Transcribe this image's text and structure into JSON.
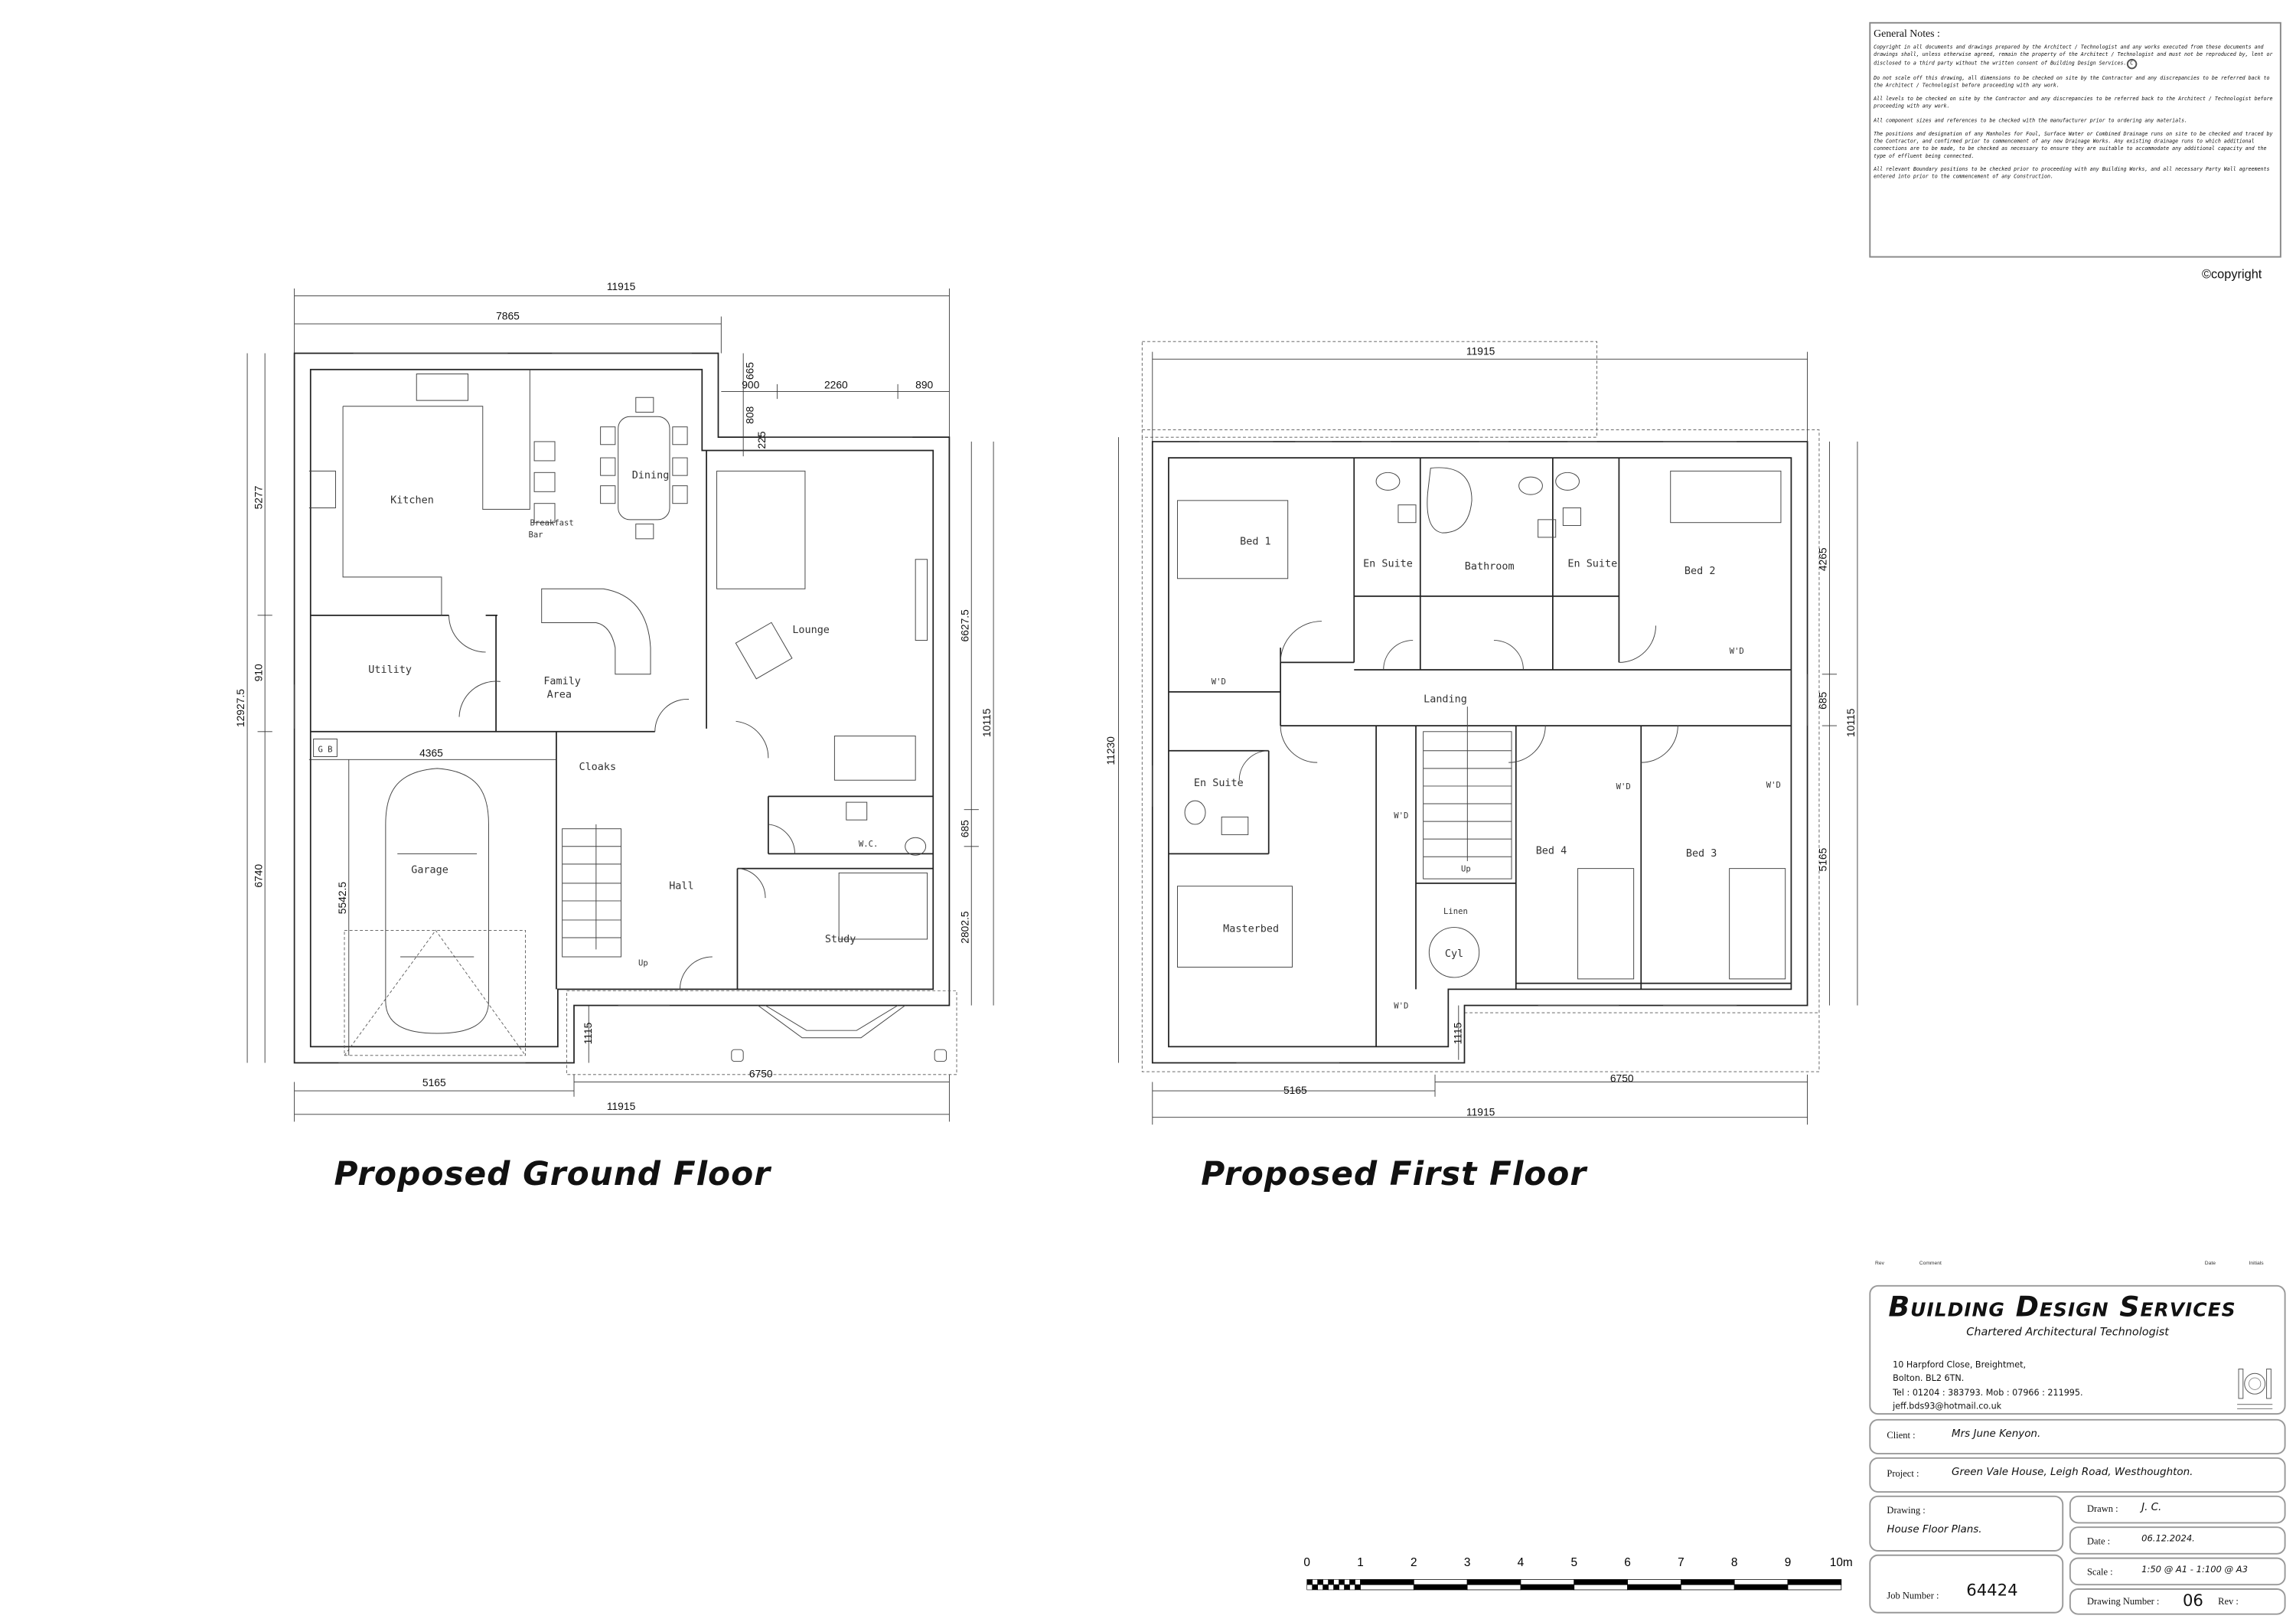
{
  "general_notes": {
    "title": "General Notes :",
    "paragraphs": [
      "Copyright in all documents and drawings prepared by the Architect / Technologist and any works executed from these documents and drawings shall, unless otherwise agreed, remain the property of the Architect / Technologist and must not be reproduced by, lent or disclosed to a third party without the written consent of Building Design Services.",
      "Do not scale off this drawing, all dimensions to be checked on site by the Contractor and any discrepancies to be referred back to the Architect / Technologist before proceeding with any work.",
      "All levels to be checked on site by the Contractor and any discrepancies to be referred back to the Architect / Technologist before proceeding with any work.",
      "All component sizes and references to be checked with the manufacturer prior to ordering any materials.",
      "The positions and designation of any Manholes for Foul, Surface Water or Combined Drainage runs on site to be checked and traced by the Contractor, and confirmed prior to commencement of any new Drainage Works. Any existing drainage runs to which additional connections are to be made, to be checked as necessary to ensure they are suitable to accommodate any additional capacity and the type of effluent being connected.",
      "All relevant Boundary positions to be checked prior to proceeding with any Building Works, and all necessary Party Wall agreements entered into prior to the commencement of any Construction."
    ],
    "copyright_mark": "C",
    "copyright": "©copyright"
  },
  "ground_floor": {
    "title": "Proposed Ground Floor",
    "rooms": {
      "kitchen": "Kitchen",
      "dining": "Dining",
      "breakfast_bar_1": "Breakfast",
      "breakfast_bar_2": "Bar",
      "lounge": "Lounge",
      "utility": "Utility",
      "family_1": "Family",
      "family_2": "Area",
      "cloaks": "Cloaks",
      "garage": "Garage",
      "gb": "G B",
      "hall": "Hall",
      "wc": "W.C.",
      "study": "Study",
      "up": "Up"
    },
    "dims": {
      "overall_top": "11915",
      "kitchen_width": "7865",
      "d900": "900",
      "d2260": "2260",
      "d890": "890",
      "d665": "665",
      "d808": "808",
      "d225": "225",
      "left_5277": "5277",
      "left_910": "910",
      "left_6740": "6740",
      "left_total": "12927.5",
      "garage_w": "4365",
      "garage_d": "5542.5",
      "right_6627": "6627.5",
      "right_685": "685",
      "right_2802": "2802.5",
      "right_total": "10115",
      "step_1115": "1115",
      "bottom_5165": "5165",
      "bottom_6750": "6750",
      "bottom_total": "11915"
    }
  },
  "first_floor": {
    "title": "Proposed First Floor",
    "rooms": {
      "bed1": "Bed 1",
      "ensuite1": "En Suite",
      "bathroom": "Bathroom",
      "ensuite2": "En Suite",
      "bed2": "Bed 2",
      "wd1": "W'D",
      "wd2": "W'D",
      "landing": "Landing",
      "ensuite3": "En Suite",
      "wd3": "W'D",
      "wd4": "W'D",
      "wd5": "W'D",
      "wd6": "W'D",
      "bed4": "Bed 4",
      "bed3": "Bed 3",
      "masterbed": "Masterbed",
      "linen": "Linen",
      "cyl": "Cyl",
      "up": "Up"
    },
    "dims": {
      "overall_top": "11915",
      "left_total": "11230",
      "right_4265": "4265",
      "right_685": "685",
      "right_5165": "5165",
      "right_total": "10115",
      "step_1115": "1115",
      "bottom_5165": "5165",
      "bottom_6750": "6750",
      "bottom_total": "11915"
    }
  },
  "scale_bar": {
    "labels": [
      "0",
      "1",
      "2",
      "3",
      "4",
      "5",
      "6",
      "7",
      "8",
      "9",
      "10m"
    ]
  },
  "revision_header": {
    "rev": "Rev",
    "comment": "Comment",
    "date": "Date",
    "initials": "Initials"
  },
  "title_block": {
    "company": "Building Design Services",
    "subtitle": "Chartered Architectural Technologist",
    "address": [
      "10 Harpford Close, Breightmet,",
      "Bolton.  BL2 6TN.",
      "Tel : 01204 : 383793. Mob : 07966 : 211995.",
      "jeff.bds93@hotmail.co.uk"
    ],
    "client_label": "Client :",
    "client": "Mrs June Kenyon.",
    "project_label": "Project :",
    "project": "Green Vale House, Leigh Road, Westhoughton.",
    "drawing_label": "Drawing :",
    "drawing": "House Floor Plans.",
    "drawn_label": "Drawn :",
    "drawn": "J. C.",
    "date_label": "Date :",
    "date": "06.12.2024.",
    "scale_label": "Scale :",
    "scale": "1:50 @ A1 - 1:100 @ A3",
    "job_label": "Job Number :",
    "job": "64424",
    "drawing_number_label": "Drawing Number :",
    "drawing_number": "06",
    "rev_label": "Rev :"
  }
}
